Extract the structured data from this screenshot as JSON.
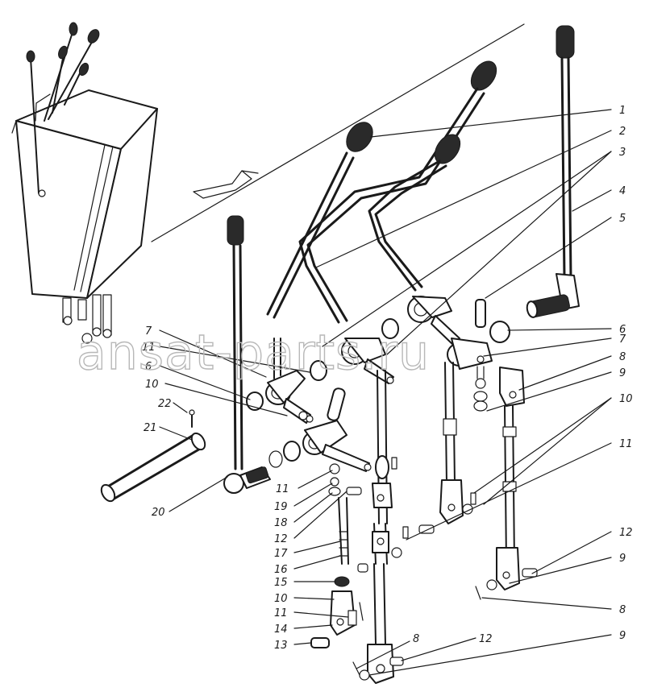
{
  "diagram": {
    "watermark": "ansat-parts.ru",
    "callouts_right": [
      "1",
      "2",
      "3",
      "4",
      "5",
      "6",
      "7",
      "8",
      "9",
      "10",
      "11",
      "12",
      "9",
      "8",
      "9"
    ],
    "callouts_left": [
      "7",
      "11",
      "6",
      "10",
      "22",
      "21",
      "20"
    ],
    "callouts_center": [
      "11",
      "19",
      "18",
      "12",
      "17",
      "16",
      "15",
      "10",
      "11",
      "14",
      "13",
      "8",
      "12"
    ]
  }
}
